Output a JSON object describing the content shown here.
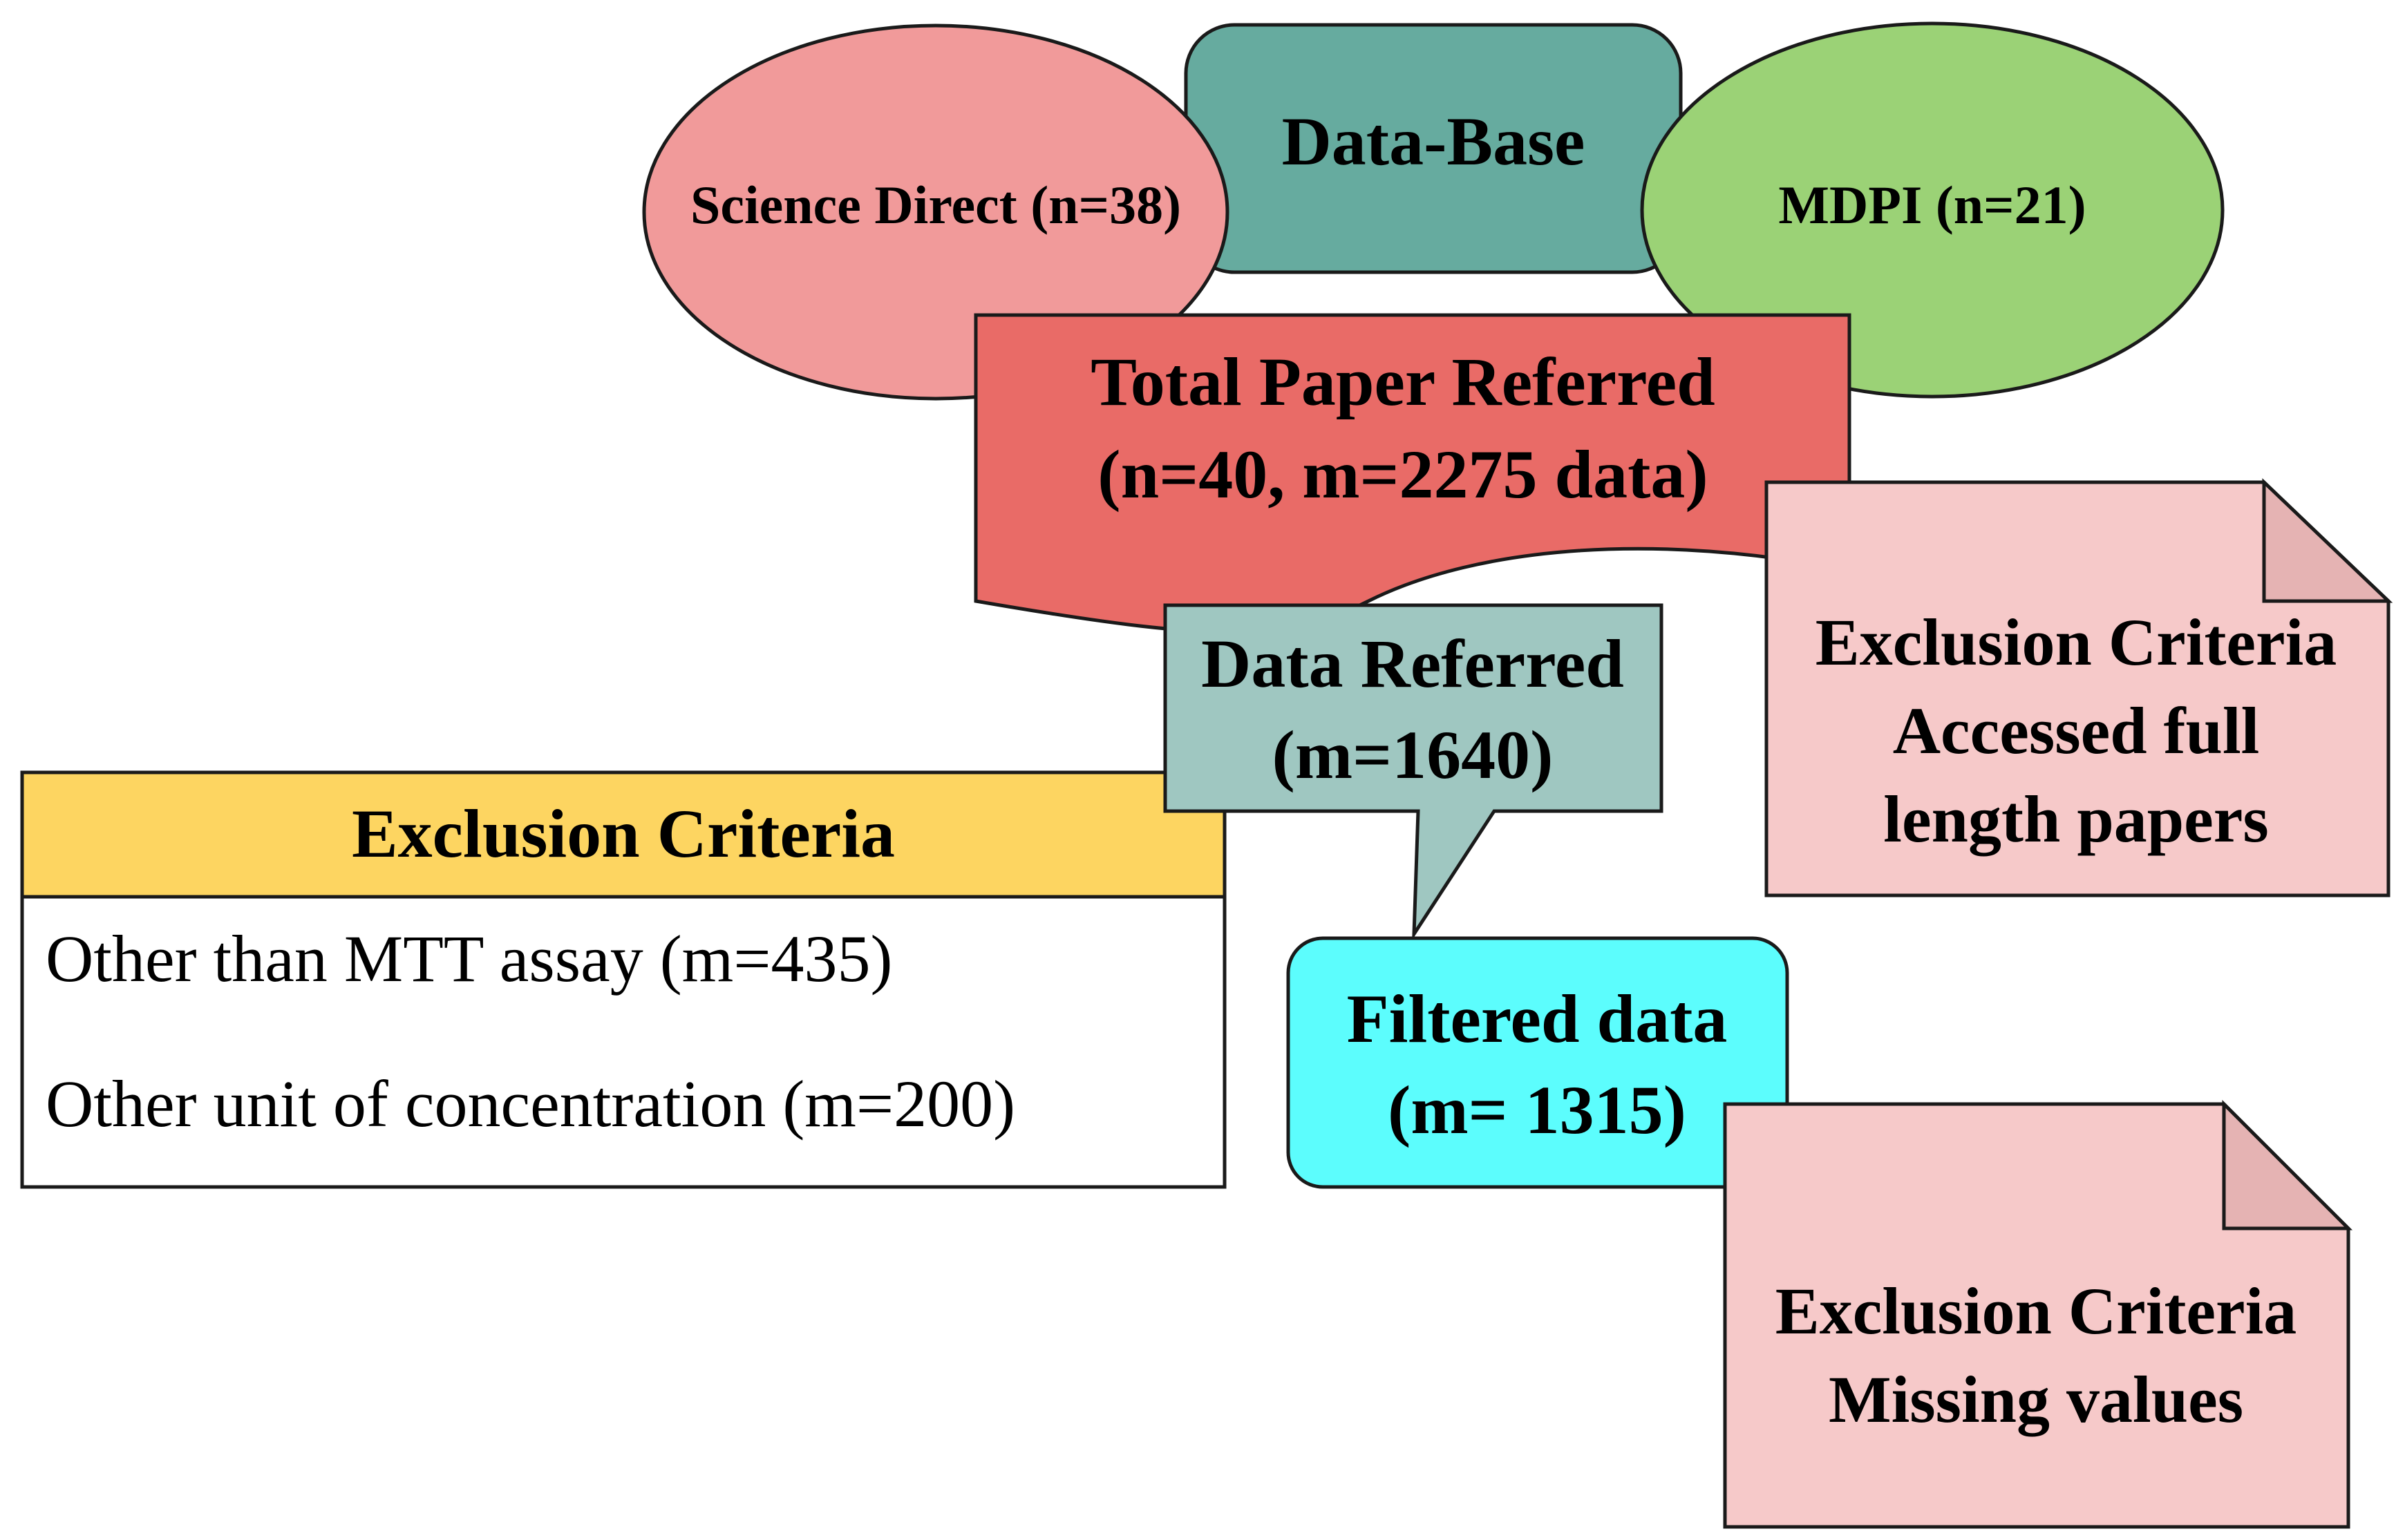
{
  "colors": {
    "database_box": "#66AB9F",
    "science_direct_ellipse": "#F19A9A",
    "mdpi_ellipse": "#9BD276",
    "total_paper_box": "#E96B67",
    "data_referred_callout": "#9FC7C1",
    "exclusion_header": "#FDD561",
    "filtered_data_box": "#5CFDFD",
    "note_fill": "#F6C9C9",
    "note_fold": "#E5B3B3",
    "outline": "#1a1a1a"
  },
  "database": {
    "label": "Data-Base"
  },
  "sources": {
    "science_direct": "Science Direct (n=38)",
    "mdpi": "MDPI (n=21)"
  },
  "total_paper": {
    "line1": "Total Paper Referred",
    "line2": "(n=40, m=2275 data)"
  },
  "data_referred": {
    "line1": "Data Referred",
    "line2": "(m=1640)"
  },
  "exclusion_table": {
    "header": "Exclusion Criteria",
    "rows": [
      "Other than MTT assay (m=435)",
      "Other unit of concentration (m=200)"
    ]
  },
  "filtered_data": {
    "line1": "Filtered data",
    "line2": "(m= 1315)"
  },
  "note_full_length": {
    "line1": "Exclusion Criteria",
    "line2": "Accessed full",
    "line3": "length papers"
  },
  "note_missing": {
    "line1": "Exclusion Criteria",
    "line2": "Missing values"
  }
}
